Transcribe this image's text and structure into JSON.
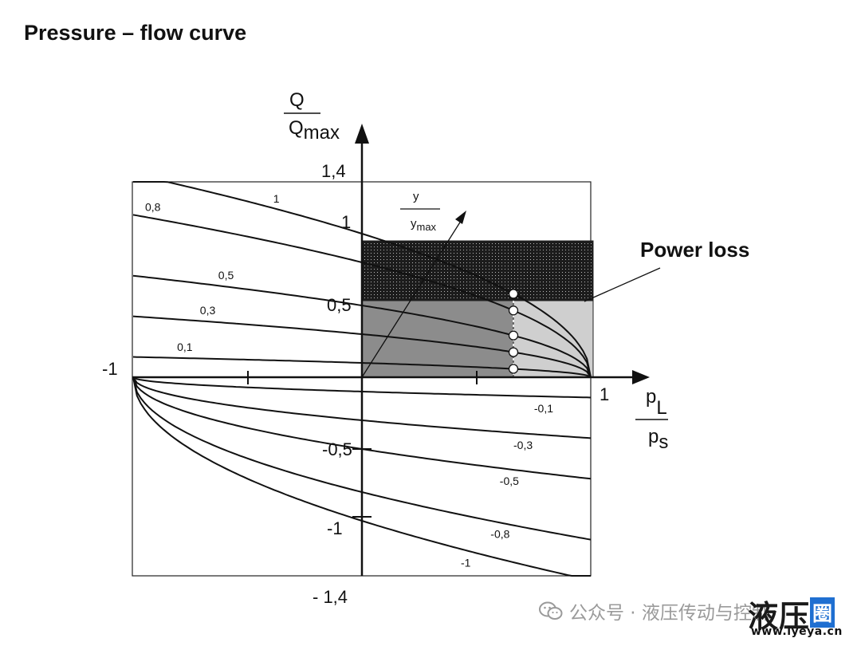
{
  "title": "Pressure – flow curve",
  "axes": {
    "y_numerator": "Q",
    "y_denominator": "Q",
    "y_denominator_sub": "max",
    "x_numerator": "p",
    "x_numerator_sub": "L",
    "x_denominator": "p",
    "x_denominator_sub": "s",
    "xlim": [
      -1,
      1
    ],
    "ylim": [
      -1.4,
      1.4
    ]
  },
  "ticks": {
    "y_top": "1,4",
    "y_one": "1",
    "y_half": "0,5",
    "y_neg_half": "-0,5",
    "y_neg_one": "-1",
    "y_bottom": "- 1,4",
    "x_neg_one": "-1",
    "x_one": "1"
  },
  "spool_label": {
    "numerator": "y",
    "denominator": "y",
    "denominator_sub": "max"
  },
  "annotation": "Power loss",
  "curves": [
    {
      "label": "1",
      "value": 1
    },
    {
      "label": "0,8",
      "value": 0.8
    },
    {
      "label": "0,5",
      "value": 0.5
    },
    {
      "label": "0,3",
      "value": 0.3
    },
    {
      "label": "0,1",
      "value": 0.1
    },
    {
      "label": "-0,1",
      "value": -0.1
    },
    {
      "label": "-0,3",
      "value": -0.3
    },
    {
      "label": "-0,5",
      "value": -0.5
    },
    {
      "label": "-0,8",
      "value": -0.8
    },
    {
      "label": "-1",
      "value": -1
    }
  ],
  "watermark": {
    "text": "公众号 · 液压传动与控制",
    "logo_main": "液压",
    "logo_circle": "圈",
    "url": "www.iyeya.cn",
    "icon": "wechat-icon"
  }
}
